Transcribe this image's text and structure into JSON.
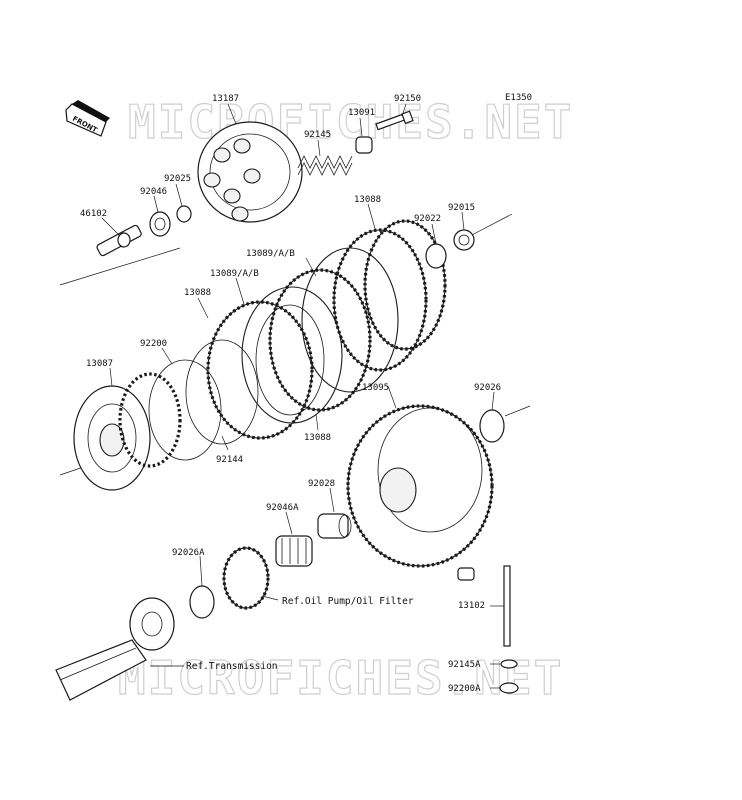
{
  "diagram": {
    "code": "E1350",
    "front_label": "FRONT",
    "watermark_top": "MICROFICHES.NET",
    "watermark_bottom": "MICROFICHES.NET",
    "parts": {
      "p13187": "13187",
      "p92150": "92150",
      "p13091": "13091",
      "p92145": "92145",
      "p92025": "92025",
      "p92046": "92046",
      "p46102": "46102",
      "p13088_top": "13088",
      "p92022": "92022",
      "p92015": "92015",
      "p13089_a": "13089/A/B",
      "p13089_b": "13089/A/B",
      "p13088_left": "13088",
      "p92200": "92200",
      "p13087": "13087",
      "p13095": "13095",
      "p92026": "92026",
      "p92144": "92144",
      "p13088_bottom": "13088",
      "p92028": "92028",
      "p92046A": "92046A",
      "p92026A": "92026A",
      "p13102": "13102",
      "p92145A": "92145A",
      "p92200A": "92200A"
    },
    "refs": {
      "oil_pump": "Ref.Oil Pump/Oil Filter",
      "transmission": "Ref.Transmission"
    }
  }
}
